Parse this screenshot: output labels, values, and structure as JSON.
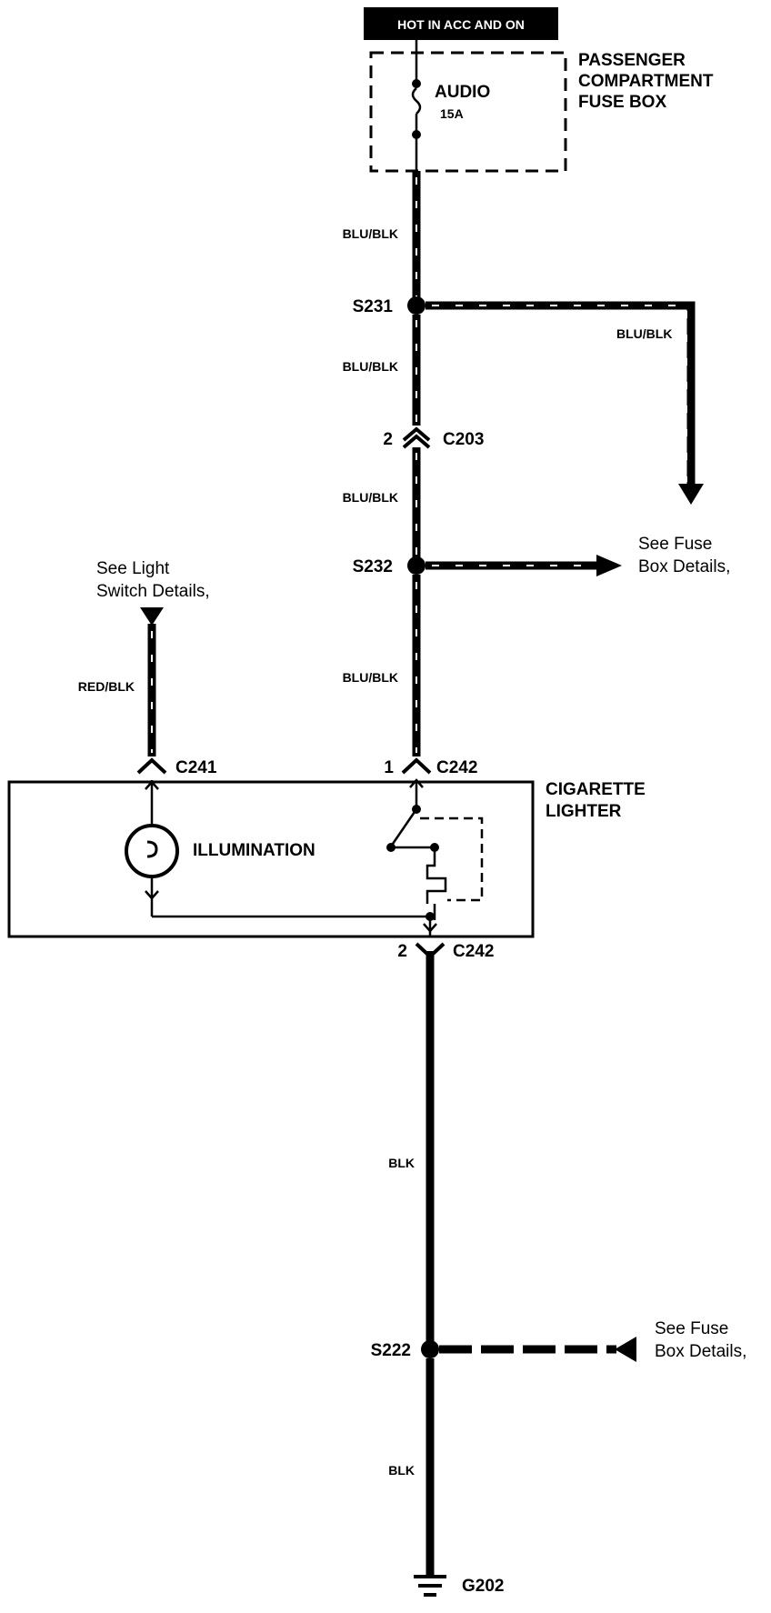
{
  "header": {
    "power_label": "HOT IN ACC AND ON"
  },
  "fuse_box": {
    "name_line1": "PASSENGER",
    "name_line2": "COMPARTMENT",
    "name_line3": "FUSE BOX",
    "fuse_name": "AUDIO",
    "fuse_rating": "15A"
  },
  "wires": {
    "w1": "BLU/BLK",
    "w2": "BLU/BLK",
    "w3": "BLU/BLK",
    "w4": "BLU/BLK",
    "w_branch": "BLU/BLK",
    "w_light": "RED/BLK",
    "w_gnd1": "BLK",
    "w_gnd2": "BLK"
  },
  "splices": {
    "s231": "S231",
    "s232": "S232",
    "s222": "S222"
  },
  "connectors": {
    "c203_pin": "2",
    "c203": "C203",
    "c241": "C241",
    "c242_top_pin": "1",
    "c242_top": "C242",
    "c242_bottom_pin": "2",
    "c242_bottom": "C242"
  },
  "notes": {
    "light_line1": "See Light",
    "light_line2": "Switch Details,",
    "fuse1_line1": "See Fuse",
    "fuse1_line2": "Box Details,",
    "fuse2_line1": "See Fuse",
    "fuse2_line2": "Box Details,"
  },
  "component": {
    "name_line1": "CIGARETTE",
    "name_line2": "LIGHTER",
    "illumination": "ILLUMINATION"
  },
  "ground": {
    "label": "G202"
  }
}
